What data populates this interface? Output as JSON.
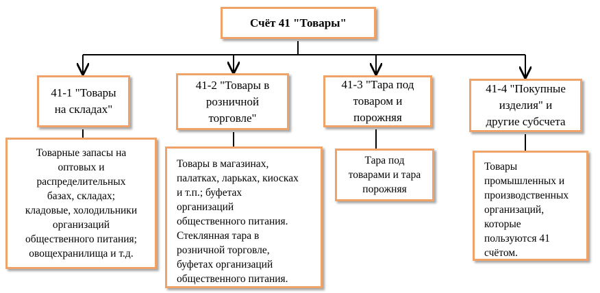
{
  "root": {
    "label": "Счёт 41 \"Товары\""
  },
  "categories": [
    {
      "label": "41-1 \"Товары\nна складах\""
    },
    {
      "label": "41-2 \"Товары в\nрозничной\nторговле\""
    },
    {
      "label": "41-3 \"Тара под\nтоваром и\nпорожняя"
    },
    {
      "label": "41-4 \"Покупные\nизделия\" и\nдругие субсчета"
    }
  ],
  "descriptions": [
    {
      "text": "Товарные запасы на\nоптовых и\nраспределительных\nбазах, складах;\nкладовые, холодильники\nорганизаций\nобщественного питания;\nовощехранилища и т.д."
    },
    {
      "text": "Товары в магазинах,\nпалатках, ларьках, киосках\nи т.п.; буфетах\nорганизаций\nобщественного питания.\nСтеклянная тара в\nрозничной торговле,\nбуфетах организаций\nобщественного питания."
    },
    {
      "text": "Тара под\nтоварами и тара\nпорожняя"
    },
    {
      "text": "Товары\nпромышленных и\nпроизводственных\nорганизаций,\n которые\nпользуются 41\nсчётом."
    }
  ],
  "colors": {
    "box_border": "#f0a368",
    "line": "#000000"
  }
}
